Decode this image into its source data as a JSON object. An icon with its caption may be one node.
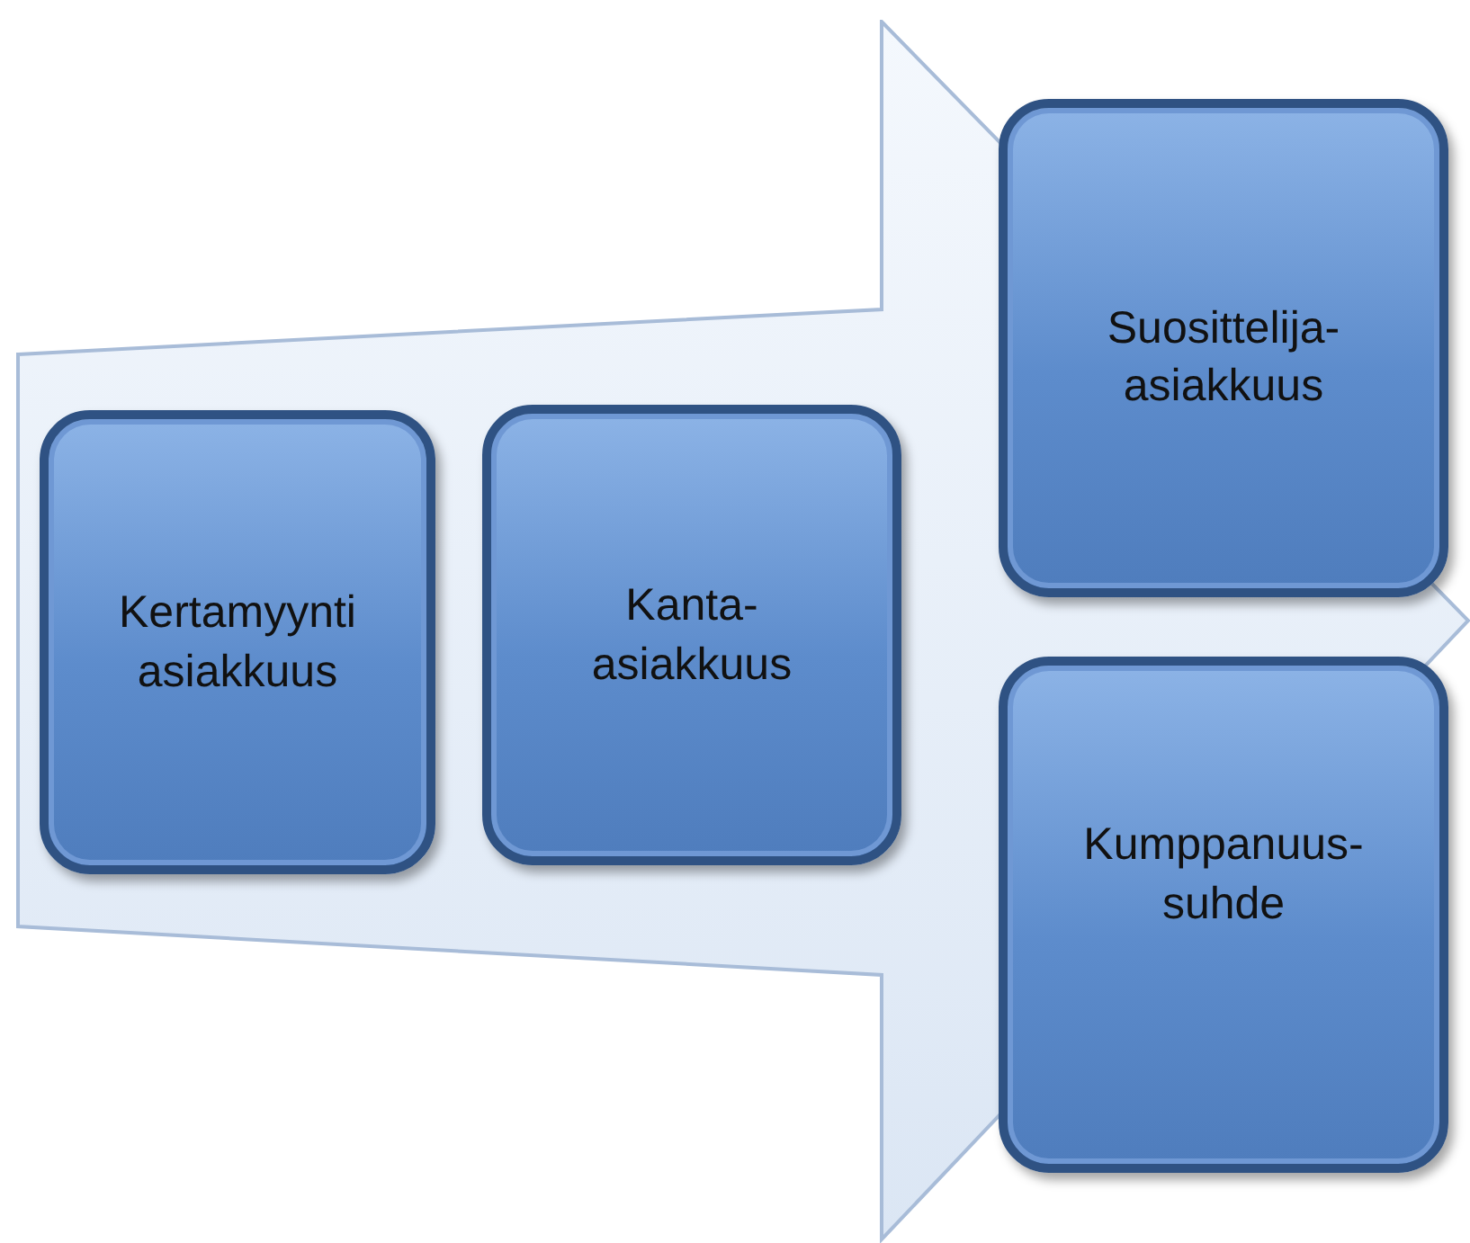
{
  "diagram": {
    "nodes": [
      {
        "text": [],
        "shape": "arrow"
      },
      {
        "text": [
          "Kertamyynti asiakkuus"
        ],
        "in": 0
      },
      {
        "text": [
          "Kanta- asiakkuus"
        ],
        "in": 0
      },
      {
        "text": [
          "Suosittelija- asiakkuus"
        ]
      },
      {
        "text": [
          "Kumppanuus- suhde"
        ]
      }
    ]
  }
}
